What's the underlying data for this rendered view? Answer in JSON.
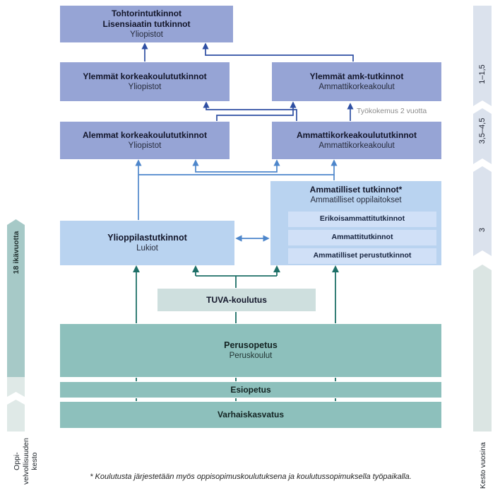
{
  "boxes": {
    "doctoral": {
      "title": "Tohtorintutkinnot",
      "title2": "Lisensiaatin tutkinnot",
      "subtitle": "Yliopistot"
    },
    "masters_uni": {
      "title": "Ylemmät korkeakoulututkinnot",
      "subtitle": "Yliopistot"
    },
    "masters_amk": {
      "title": "Ylemmät amk-tutkinnot",
      "subtitle": "Ammattikorkeakoulut"
    },
    "bachelors_uni": {
      "title": "Alemmat korkeakoulututkinnot",
      "subtitle": "Yliopistot"
    },
    "bachelors_amk": {
      "title": "Ammattikorkeakoulututkinnot",
      "subtitle": "Ammattikorkeakoulut"
    },
    "vocational": {
      "title": "Ammatilliset tutkinnot*",
      "subtitle": "Ammatilliset oppilaitokset",
      "sub_boxes": [
        "Erikoisammattitutkinnot",
        "Ammattitutkinnot",
        "Ammatilliset perustutkinnot"
      ]
    },
    "matriculation": {
      "title": "Ylioppilastutkinnot",
      "subtitle": "Lukiot"
    },
    "tuva": {
      "title": "TUVA-koulutus"
    },
    "basic": {
      "title": "Perusopetus",
      "subtitle": "Peruskoulut"
    },
    "preprimary": {
      "title": "Esiopetus"
    },
    "early_childhood": {
      "title": "Varhaiskasvatus"
    }
  },
  "annotations": {
    "work_experience": "Työkokemus 2 vuotta",
    "footnote": "* Koulutusta järjestetään myös oppisopimuskoulutuksena ja koulutussopimuksella työpaikalla."
  },
  "left_axis": {
    "bar_label": "18 ikävuotta",
    "caption": "Oppi-\nvelvollisuuden\nkesto"
  },
  "right_axis": {
    "segment_1": "1–1,5",
    "segment_2": "3,5–4,5",
    "segment_3": "3",
    "caption": "Kesto vuosina"
  },
  "colors": {
    "degree_box": "#96a4d5",
    "secondary_box": "#b9d3f0",
    "secondary_inner_box": "#d0e0f7",
    "tuva_box": "#cedfde",
    "basic_box": "#8dc0bc",
    "left_bar_teal": "#a6c9c7",
    "left_bar_light": "#dfe9e7",
    "right_bar": "#dbe2ed",
    "right_bar_lower": "#dbe5e3",
    "arrow_navy": "#2e4fa3",
    "arrow_blue": "#4d86cb",
    "arrow_teal": "#1d6f67",
    "note_gray": "#8c8c8c"
  }
}
